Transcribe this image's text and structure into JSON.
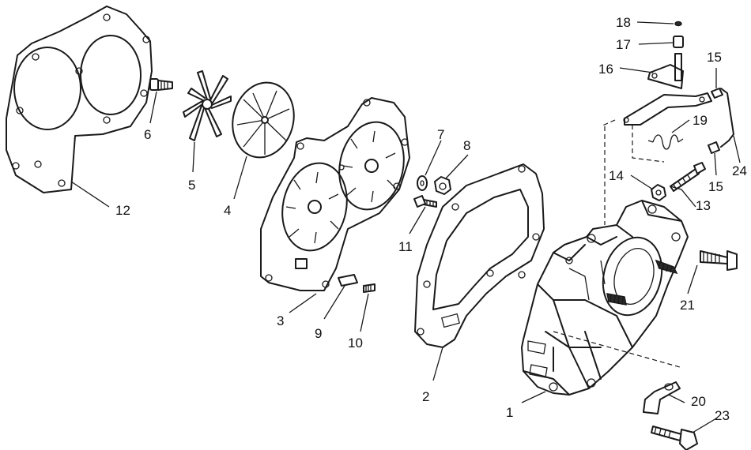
{
  "diagram": {
    "callouts": [
      {
        "id": "1",
        "label": "1"
      },
      {
        "id": "2",
        "label": "2"
      },
      {
        "id": "3",
        "label": "3"
      },
      {
        "id": "4",
        "label": "4"
      },
      {
        "id": "5",
        "label": "5"
      },
      {
        "id": "6",
        "label": "6"
      },
      {
        "id": "7",
        "label": "7"
      },
      {
        "id": "8",
        "label": "8"
      },
      {
        "id": "9",
        "label": "9"
      },
      {
        "id": "10",
        "label": "10"
      },
      {
        "id": "11",
        "label": "11"
      },
      {
        "id": "12",
        "label": "12"
      },
      {
        "id": "13",
        "label": "13"
      },
      {
        "id": "14",
        "label": "14"
      },
      {
        "id": "15a",
        "label": "15"
      },
      {
        "id": "15b",
        "label": "15"
      },
      {
        "id": "16",
        "label": "16"
      },
      {
        "id": "17",
        "label": "17"
      },
      {
        "id": "18",
        "label": "18"
      },
      {
        "id": "19",
        "label": "19"
      },
      {
        "id": "20",
        "label": "20"
      },
      {
        "id": "21",
        "label": "21"
      },
      {
        "id": "23",
        "label": "23"
      },
      {
        "id": "24",
        "label": "24"
      }
    ]
  }
}
